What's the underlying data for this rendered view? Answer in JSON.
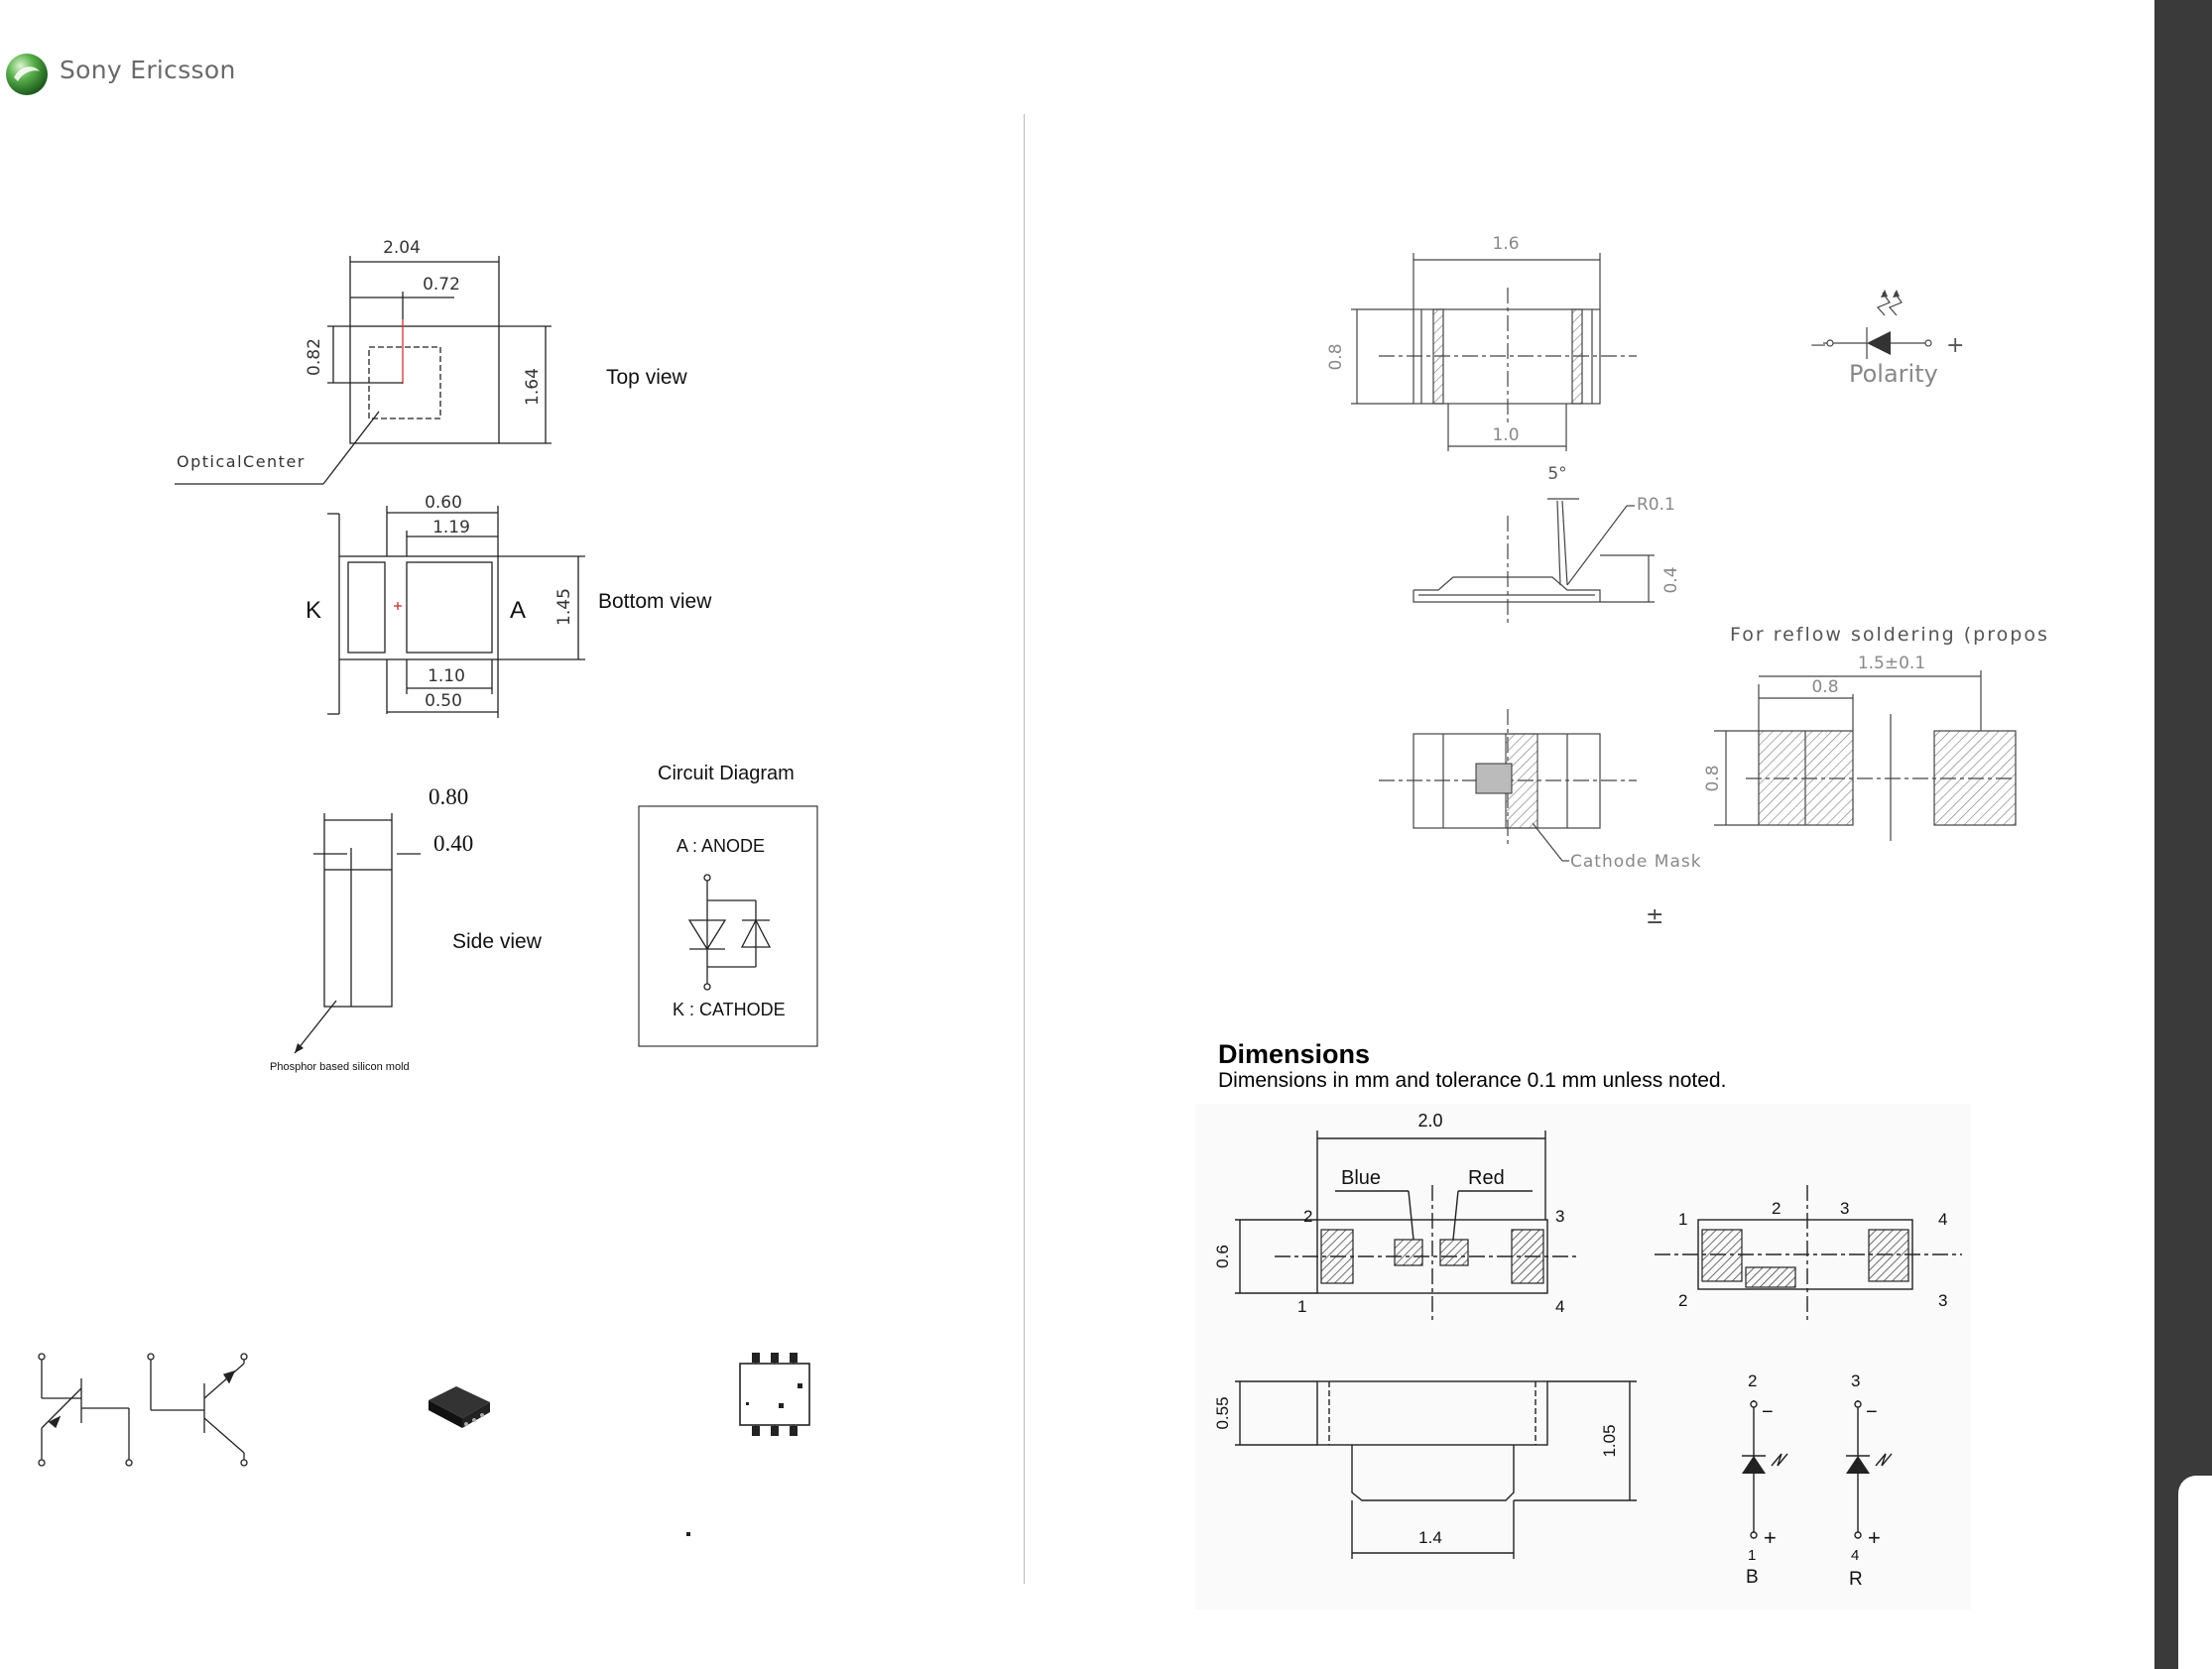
{
  "header": {
    "brand": "Sony Ericsson"
  },
  "left": {
    "top_view": {
      "label": "Top view",
      "dim_width": "2.04",
      "dim_center_x": "0.72",
      "dim_center_y": "0.82",
      "dim_height": "1.64",
      "optical_center": "OpticalCenter"
    },
    "bottom_view": {
      "label": "Bottom view",
      "dim_060": "0.60",
      "dim_119": "1.19",
      "dim_110": "1.10",
      "dim_050": "0.50",
      "dim_145": "1.45",
      "k": "K",
      "a": "A"
    },
    "side_view": {
      "label": "Side view",
      "dim_080": "0.80",
      "dim_040": "0.40",
      "mold": "Phosphor based silicon mold"
    },
    "circuit": {
      "title": "Circuit Diagram",
      "anode": "A : ANODE",
      "cathode": "K : CATHODE"
    }
  },
  "right": {
    "top": {
      "dim_16": "1.6",
      "dim_08": "0.8",
      "dim_10": "1.0",
      "polarity": "Polarity",
      "minus": "−",
      "plus": "+"
    },
    "side": {
      "angle": "5°",
      "r": "R0.1",
      "dim_04": "0.4"
    },
    "reflow": {
      "title": "For reflow soldering (propos",
      "dim_15": "1.5±0.1",
      "dim_08a": "0.8",
      "dim_08b": "0.8"
    },
    "cathode_mask": "Cathode Mask",
    "plusminus": "±",
    "dimensions": {
      "title": "Dimensions",
      "subtitle": "Dimensions in mm  and tolerance  0.1 mm unless noted.",
      "dim_20": "2.0",
      "blue": "Blue",
      "red": "Red",
      "dim_06": "0.6",
      "dim_055": "0.55",
      "dim_105": "1.05",
      "dim_14": "1.4",
      "pin1": "1",
      "pin2": "2",
      "pin3": "3",
      "pin4": "4",
      "b": "B",
      "r": "R",
      "minus": "−",
      "plus": "+"
    }
  },
  "colors": {
    "sidebar": "#3a3a3a",
    "hatch": "#777777",
    "logo": "#3a8a3a"
  }
}
